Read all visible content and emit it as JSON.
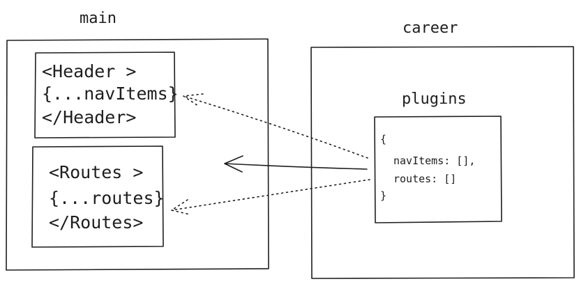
{
  "main": {
    "label": "main",
    "header_block": {
      "lines": [
        "<Header >",
        "{...navItems}",
        "</Header>"
      ]
    },
    "routes_block": {
      "lines": [
        "<Routes >",
        "{...routes}",
        "</Routes>"
      ]
    }
  },
  "career": {
    "label": "career",
    "plugins": {
      "label": "plugins",
      "lines": [
        "{",
        "navItems: [],",
        "routes: []",
        "}"
      ]
    }
  },
  "colors": {
    "stroke": "#1e1e1e",
    "background": "#ffffff"
  }
}
